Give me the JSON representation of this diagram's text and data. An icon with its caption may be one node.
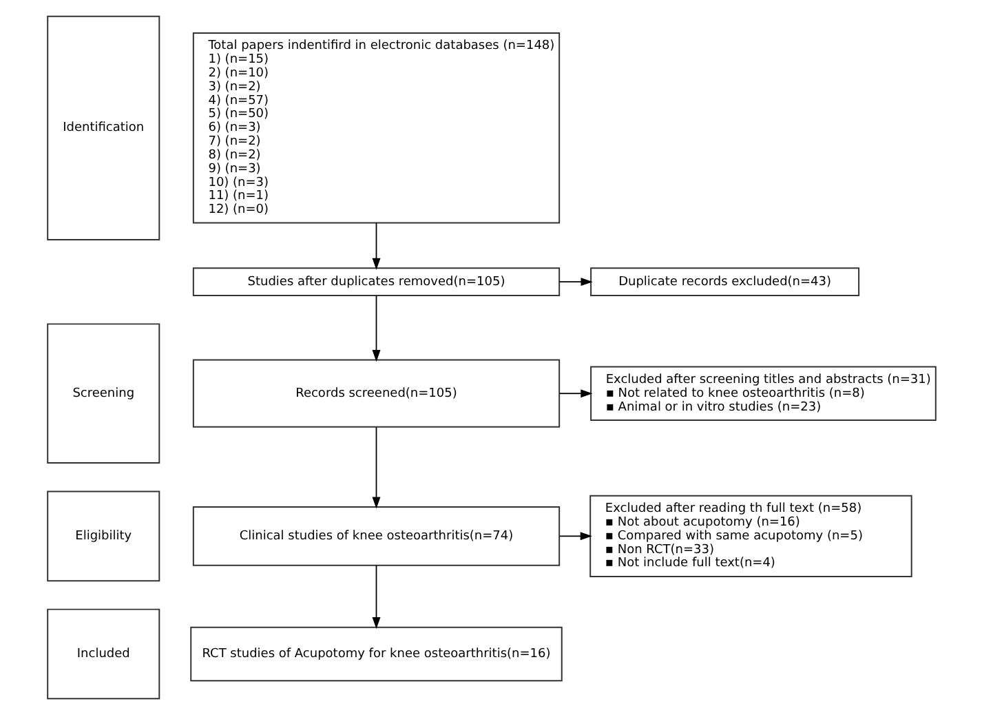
{
  "diagram": {
    "nodes": [
      {
        "text": [
          "Identification"
        ]
      },
      {
        "text": [
          "Total papers indentifird in electronic databases (n=148)",
          "1) (n=15)",
          "2) (n=10)",
          "3) (n=2)",
          "4) (n=57)",
          "5) (n=50)",
          "6) (n=3)",
          "7) (n=2)",
          "8) (n=2)",
          "9) (n=3)",
          "10) (n=3)",
          "11) (n=1)",
          "12) (n=0)"
        ]
      },
      {
        "text": [
          "Screening"
        ]
      },
      {
        "text": [
          "Studies after duplicates removed(n=105)"
        ]
      },
      {
        "text": [
          "Duplicate records excluded(n=43)"
        ]
      },
      {
        "text": [
          "Records screened(n=105)"
        ]
      },
      {
        "text": [
          "Excluded after screening titles and abstracts (n=31)",
          "▪ Not related to knee osteoarthritis (n=8)",
          "▪ Animal or in vitro studies (n=23)"
        ]
      },
      {
        "text": [
          "Eligibility"
        ]
      },
      {
        "text": [
          "Clinical studies of knee osteoarthritis(n=74)"
        ]
      },
      {
        "text": [
          "Excluded after reading th full text (n=58)",
          "▪ Not about acupotomy (n=16)",
          "▪ Compared with same acupotomy (n=5)",
          "▪ Non RCT(n=33)",
          "▪ Not include full text(n=4)"
        ]
      },
      {
        "text": [
          "Included"
        ]
      },
      {
        "text": [
          "RCT studies of Acupotomy for knee osteoarthritis(n=16)"
        ]
      }
    ],
    "edges": [
      {
        "from": 1,
        "to": 3,
        "arrow": "to"
      },
      {
        "from": 3,
        "to": 4,
        "arrow": "to"
      },
      {
        "from": 3,
        "to": 5,
        "arrow": "to"
      },
      {
        "from": 5,
        "to": 6,
        "arrow": "to"
      },
      {
        "from": 5,
        "to": 8,
        "arrow": "to"
      },
      {
        "from": 8,
        "to": 9,
        "arrow": "to"
      },
      {
        "from": 8,
        "to": 11,
        "arrow": "to"
      }
    ]
  }
}
